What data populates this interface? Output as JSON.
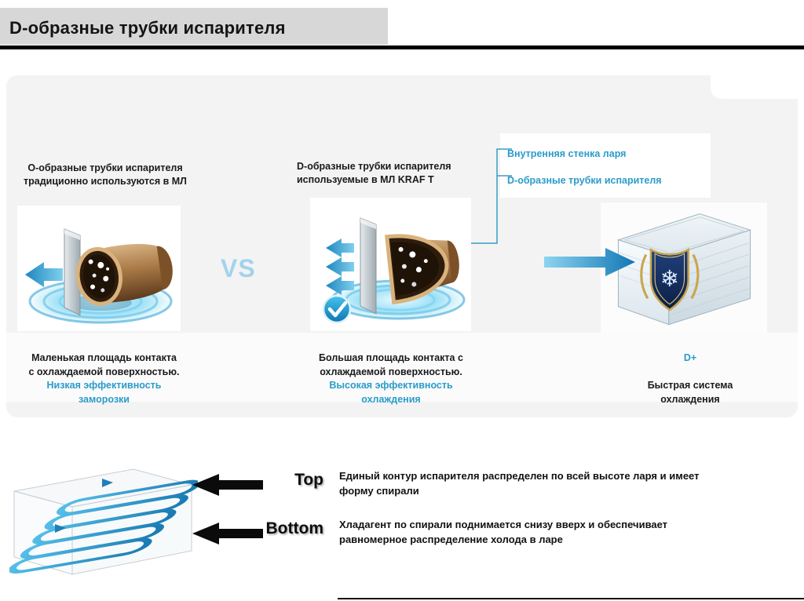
{
  "title": "D-образные трубки испарителя",
  "vs": "VS",
  "left": {
    "heading": "О-образные трубки испарителя\nтрадиционно  используются в МЛ",
    "caption": "Маленькая площадь  контакта\nс охлаждаемой поверхностью.",
    "highlight": "Низкая эффективность\nзаморозки"
  },
  "center": {
    "heading": "D-образные трубки испарителя\nиспользуемые в МЛ KRAF T",
    "caption": "Большая площадь контакта с\nохлаждаемой поверхностью.",
    "highlight": "Высокая эффективность\nохлаждения"
  },
  "labels": {
    "inner_wall": "Внутренняя стенка ларя",
    "d_tubes": "D-образные трубки испарителя"
  },
  "right": {
    "badge": "D+",
    "caption": "Быстрая система\nохлаждения"
  },
  "bottom": {
    "top_label": "Top",
    "bottom_label": "Bottom",
    "top_text": "Единый контур испарителя распределен по всей высоте ларя и имеет\nформу спирали",
    "bottom_text": "Хладагент по спирали поднимается снизу вверх и обеспечивает\nравномерное распределение холода в ларе"
  },
  "colors": {
    "accent_blue": "#2a9cc9",
    "vs_blue": "#a3d2ec",
    "panel_gray": "#f3f3f3",
    "header_gray": "#d7d7d7",
    "rule_black": "#000000",
    "glow_blue": "#49b4e0"
  }
}
